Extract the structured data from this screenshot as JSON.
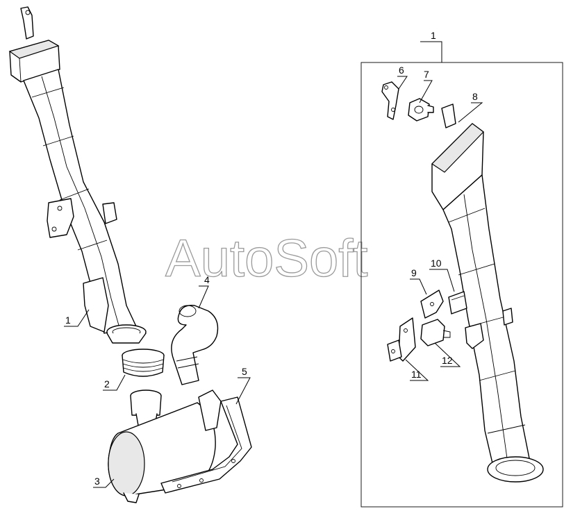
{
  "watermark": "AutoSoft",
  "callouts": {
    "group_label": "1",
    "c1": "1",
    "c2": "2",
    "c3": "3",
    "c4": "4",
    "c5": "5",
    "c6": "6",
    "c7": "7",
    "c8": "8",
    "c9": "9",
    "c10": "10",
    "c11": "11",
    "c12": "12"
  }
}
